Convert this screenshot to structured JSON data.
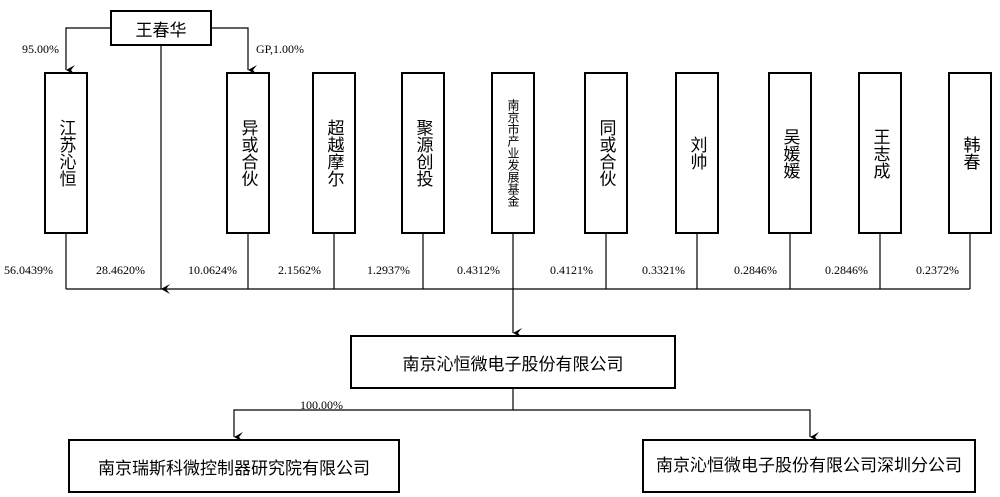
{
  "top_owner": "王春华",
  "shareholders": [
    {
      "name": "江苏沁恒",
      "share": "56.0439%"
    },
    {
      "name": "异或合伙",
      "share": "10.0624%"
    },
    {
      "name": "超越摩尔",
      "share": "2.1562%"
    },
    {
      "name": "聚源创投",
      "share": "1.2937%"
    },
    {
      "name": "南京市产业发展基金",
      "share": "0.4312%"
    },
    {
      "name": "同或合伙",
      "share": "0.4121%"
    },
    {
      "name": "刘帅",
      "share": "0.3321%"
    },
    {
      "name": "吴媛媛",
      "share": "0.2846%"
    },
    {
      "name": "王志成",
      "share": "0.2846%"
    },
    {
      "name": "韩春",
      "share": "0.2372%"
    }
  ],
  "owner_direct_share": "28.4620%",
  "owner_to_jiangsu": "95.00%",
  "owner_to_yihuo": "GP,1.00%",
  "company": "南京沁恒微电子股份有限公司",
  "subsidiaries": [
    {
      "name": "南京瑞斯科微控制器研究院有限公司",
      "share": "100.00%"
    },
    {
      "name": "南京沁恒微电子股份有限公司深圳分公司"
    }
  ]
}
